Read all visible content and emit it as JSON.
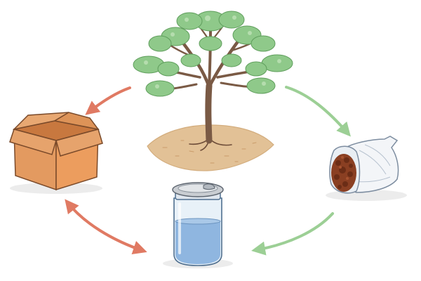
{
  "diagram": {
    "background": "#ffffff",
    "nodes": [
      {
        "id": "tree",
        "icon": "tree-icon",
        "colors": {
          "trunk": "#7a5a45",
          "leaves": "#8fc98a",
          "soil": "#e2c196"
        }
      },
      {
        "id": "cardboard-box",
        "icon": "cardboard-box-icon",
        "colors": {
          "fill": "#e39a60",
          "outline": "#7a4a2a"
        }
      },
      {
        "id": "compost-bag",
        "icon": "compost-bag-icon",
        "colors": {
          "fill": "#f3f5f8",
          "content": "#8a3f22"
        }
      },
      {
        "id": "water-jar",
        "icon": "water-jar-icon",
        "colors": {
          "glass": "#e8f1f8",
          "water": "#8fb6e0",
          "lid": "#c9cdd2"
        }
      }
    ],
    "edges": [
      {
        "from": "tree",
        "to": "cardboard-box",
        "color": "#e07a63",
        "direction": "forward"
      },
      {
        "from": "tree",
        "to": "compost-bag",
        "color": "#9ccf95",
        "direction": "forward"
      },
      {
        "from": "compost-bag",
        "to": "water-jar",
        "color": "#9ccf95",
        "direction": "forward"
      },
      {
        "from": "cardboard-box",
        "to": "water-jar",
        "color": "#e07a63",
        "direction": "both"
      }
    ]
  }
}
